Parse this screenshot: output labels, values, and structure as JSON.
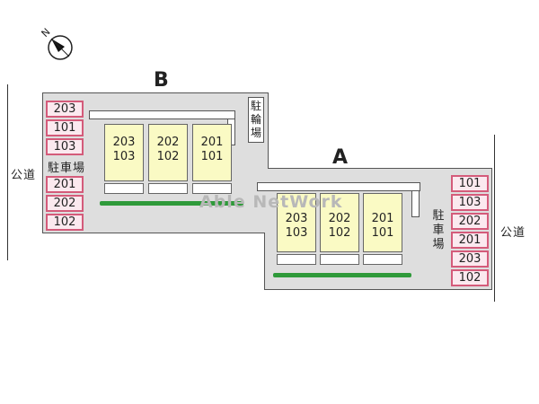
{
  "north_label": "N",
  "watermark": "Able NetWork",
  "roads": {
    "left": "公道",
    "right": "公道"
  },
  "buildings": [
    {
      "letter": "B",
      "units": [
        [
          "203",
          "103"
        ],
        [
          "202",
          "102"
        ],
        [
          "201",
          "101"
        ]
      ]
    },
    {
      "letter": "A",
      "units": [
        [
          "203",
          "103"
        ],
        [
          "202",
          "102"
        ],
        [
          "201",
          "101"
        ]
      ]
    }
  ],
  "parking_left": {
    "label": [
      "駐",
      "車",
      "場"
    ],
    "spaces": [
      "203",
      "101",
      "103",
      "201",
      "202",
      "102"
    ]
  },
  "parking_right": {
    "label": [
      "駐",
      "車",
      "場"
    ],
    "spaces": [
      "101",
      "103",
      "202",
      "201",
      "203",
      "102"
    ]
  },
  "bicycle_parking": {
    "label": [
      "駐",
      "輪",
      "場"
    ]
  },
  "colors": {
    "lot": "#dedede",
    "unit": "#fafac4",
    "parking_border": "#d45b7a",
    "parking_fill": "#fbe9ef",
    "hedge": "#2f9a3a"
  }
}
